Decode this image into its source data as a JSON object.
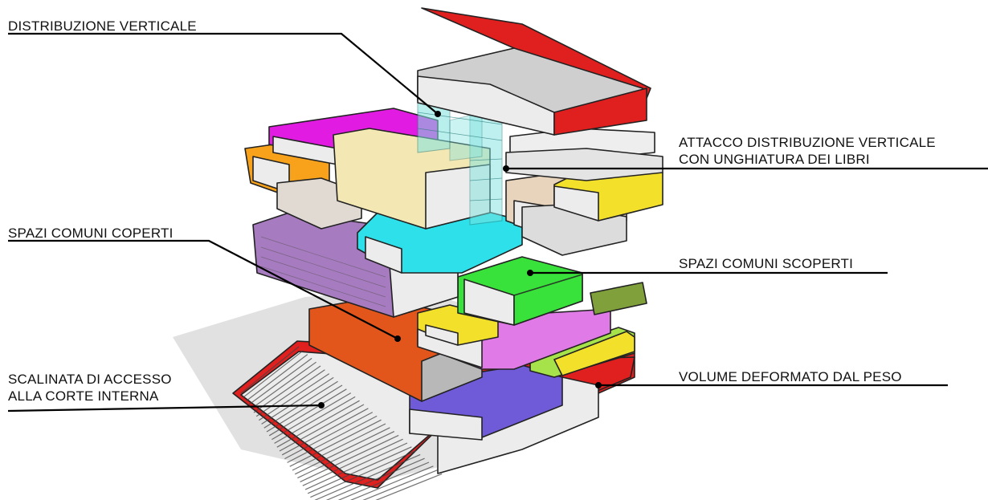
{
  "colors": {
    "red": "#e01f1f",
    "magenta": "#e21be2",
    "orange": "#f7a21a",
    "cream": "#f3e8b4",
    "cyan": "#2ee0ea",
    "purple": "#a77bc0",
    "green": "#39e23a",
    "yellow": "#f3e02a",
    "orange_red": "#e2561c",
    "pink": "#e07ae6",
    "blue_violet": "#6f5ad8",
    "light_green": "#a6e24a",
    "glass": "#7fe3e0"
  },
  "labels": {
    "distribuzione_verticale": "DISTRIBUZIONE VERTICALE",
    "attacco_line1": "ATTACCO DISTRIBUZIONE VERTICALE",
    "attacco_line2": "CON UNGHIATURA DEI LIBRI",
    "spazi_coperti": "SPAZI COMUNI COPERTI",
    "spazi_scoperti": "SPAZI COMUNI SCOPERTI",
    "scalinata_line1": "SCALINATA DI ACCESSO",
    "scalinata_line2": "ALLA CORTE INTERNA",
    "volume_deformato": "VOLUME DEFORMATO DAL PESO"
  }
}
